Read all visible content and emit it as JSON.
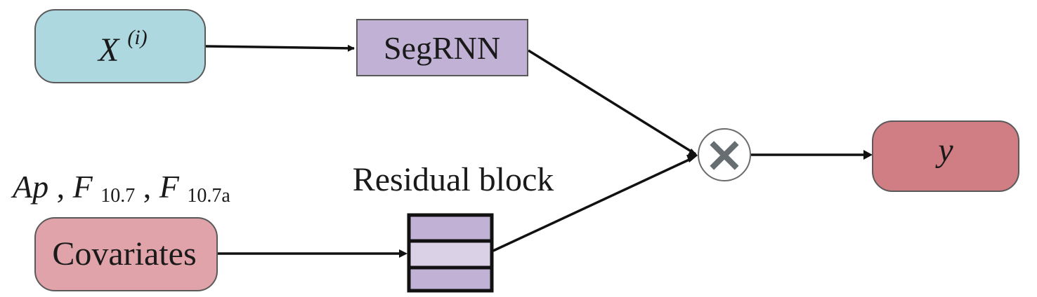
{
  "nodes": {
    "input_x": {
      "base": "X",
      "superscript": "(i)",
      "fill": "#add8df"
    },
    "segrnn": {
      "label": "SegRNN",
      "fill": "#c0b1d5"
    },
    "covariates": {
      "label": "Covariates",
      "fill": "#e0a3a9"
    },
    "residual_block": {
      "label": "Residual block",
      "fill_outer": "#c0b1d5",
      "fill_middle": "#dbd1e7"
    },
    "multiply": {
      "symbol": "×",
      "fill": "#666e72"
    },
    "output_y": {
      "label": "y",
      "fill": "#d07d84"
    }
  },
  "covariate_label": {
    "ap": "Ap",
    "sep1": ", ",
    "f1_base": "F",
    "f1_sub": "10.7",
    "sep2": " , ",
    "f2_base": "F",
    "f2_sub": "10.7a"
  }
}
